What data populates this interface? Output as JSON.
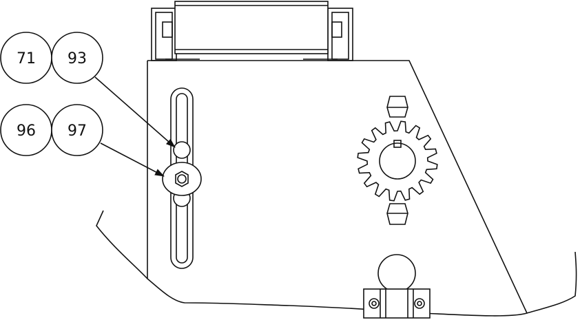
{
  "balloons": [
    {
      "number": "71"
    },
    {
      "number": "93"
    },
    {
      "number": "96"
    },
    {
      "number": "97"
    }
  ],
  "colors": {
    "line": "#111111",
    "background": "#ffffff"
  },
  "parts": [
    "roller",
    "mounting-plate",
    "adjustment-slot",
    "clamp-bolt",
    "sprocket",
    "hex-nut-top",
    "hex-nut-bottom",
    "bearing-block",
    "pivot-ball"
  ]
}
